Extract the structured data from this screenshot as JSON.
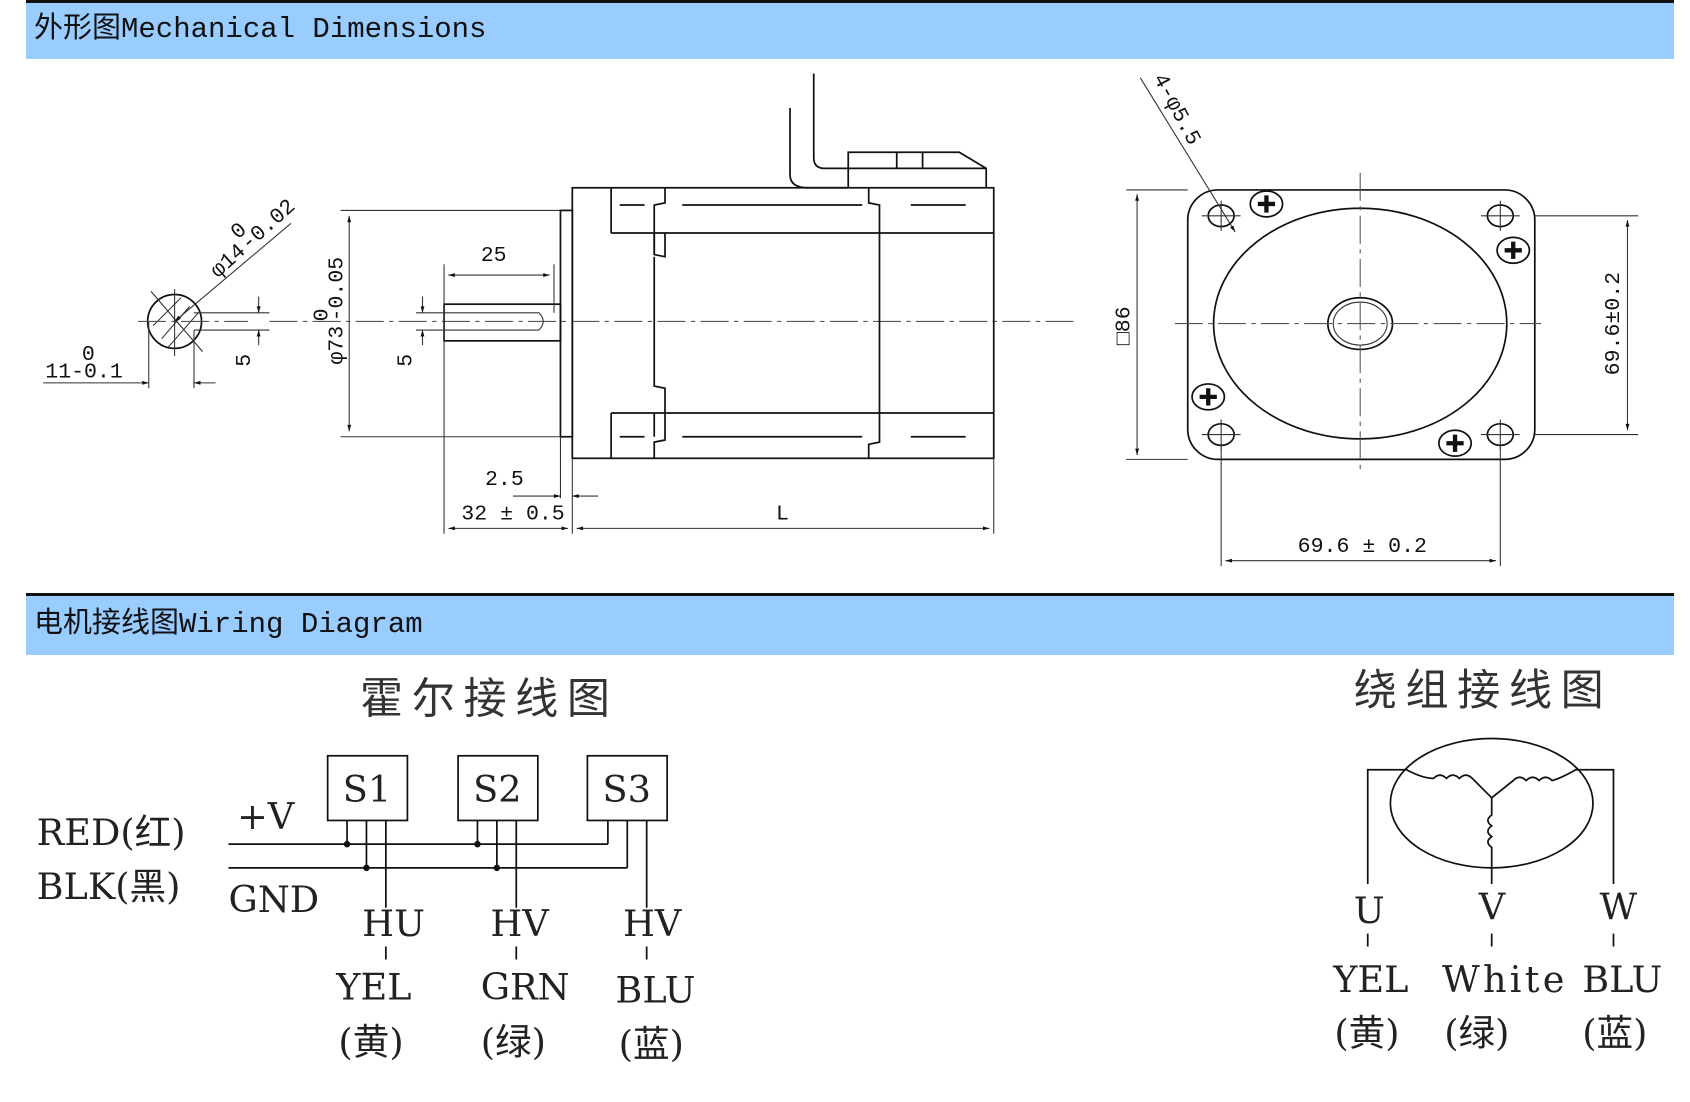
{
  "sections": {
    "mechanical": {
      "title": "外形图Mechanical Dimensions"
    },
    "wiring": {
      "title": "电机接线图Wiring Diagram"
    }
  },
  "colors": {
    "header_bg": "#99ccff",
    "line": "#111111"
  },
  "mechanical_dims": {
    "shaft_flat": "11-0/-0.1",
    "shaft_flat_main": "11",
    "shaft_flat_tol_upper": "0",
    "shaft_flat_tol_lower": "-0.1",
    "shaft_dia_main": "φ14",
    "shaft_dia_tol_upper": "0",
    "shaft_dia_tol_lower": "-0.02",
    "key_width_section": "5",
    "pilot_dia_main": "φ73",
    "pilot_dia_tol_upper": "0",
    "pilot_dia_tol_lower": "-0.05",
    "key_width_side": "5",
    "key_length": "25",
    "pilot_depth": "2.5",
    "shaft_length": "32 ± 0.5",
    "body_length": "L",
    "flange_square": "□86",
    "mount_holes": "4-φ5.5",
    "hole_spacing_v": "69.6±0.2",
    "hole_spacing_h": "69.6 ± 0.2"
  },
  "hall_diagram": {
    "title": "霍尔接线图",
    "power_labels": [
      {
        "wire": "RED(红)",
        "signal": "+V"
      },
      {
        "wire": "BLK(黑)",
        "signal": "GND"
      }
    ],
    "sensors": [
      {
        "name": "S1",
        "signal": "HU",
        "color": "YEL",
        "color_cn": "(黄)"
      },
      {
        "name": "S2",
        "signal": "HV",
        "color": "GRN",
        "color_cn": "(绿)"
      },
      {
        "name": "S3",
        "signal": "HV",
        "color": "BLU",
        "color_cn": "(蓝)"
      }
    ]
  },
  "winding_diagram": {
    "title": "绕组接线图",
    "phases": [
      {
        "name": "U",
        "color": "YEL",
        "color_cn": "(黄)"
      },
      {
        "name": "V",
        "color": "White",
        "color_cn": "(绿)"
      },
      {
        "name": "W",
        "color": "BLU",
        "color_cn": "(蓝)"
      }
    ]
  }
}
